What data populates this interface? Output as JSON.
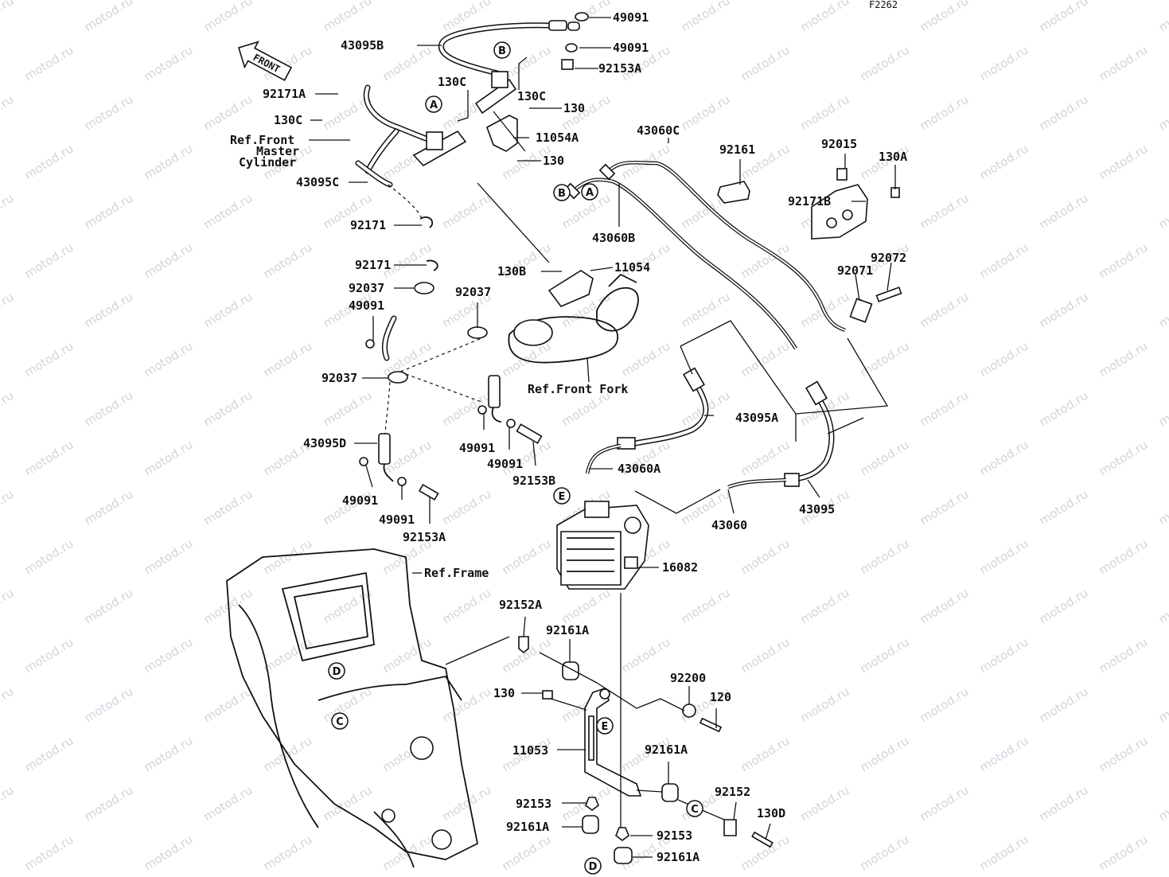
{
  "diagram_code": "F2262",
  "watermark": "motod.ru",
  "front_arrow": "FRONT",
  "callouts": [
    "A",
    "B",
    "E",
    "C",
    "D"
  ],
  "refs": {
    "front_master_cylinder": [
      "Ref.Front",
      "Master",
      "Cylinder"
    ],
    "front_fork": "Ref.Front Fork",
    "frame": "Ref.Frame"
  },
  "parts": {
    "p49091_top1": "49091",
    "p43095B": "43095B",
    "p49091_top2": "49091",
    "p92153A_top": "92153A",
    "p130C_a": "130C",
    "p130C_b": "130C",
    "p130_a": "130",
    "p92171A": "92171A",
    "p130C_c": "130C",
    "p11054A": "11054A",
    "p130_b": "130",
    "p43095C": "43095C",
    "p43060C": "43060C",
    "p92161": "92161",
    "p92015": "92015",
    "p130A": "130A",
    "p92171B": "92171B",
    "p43060B": "43060B",
    "p92171_a": "92171",
    "p92171_b": "92171",
    "p130B": "130B",
    "p11054": "11054",
    "p92072": "92072",
    "p92071": "92071",
    "p92037_a": "92037",
    "p92037_b": "92037",
    "p49091_l1": "49091",
    "p92037_c": "92037",
    "p43095A": "43095A",
    "p43095D": "43095D",
    "p49091_m1": "49091",
    "p49091_m2": "49091",
    "p92153B": "92153B",
    "p43060A": "43060A",
    "p49091_l2": "49091",
    "p49091_l3": "49091",
    "p92153A_low": "92153A",
    "p43060": "43060",
    "p43095": "43095",
    "p16082": "16082",
    "p92152A": "92152A",
    "p92161A_a": "92161A",
    "p92200": "92200",
    "p130_c": "130",
    "p120": "120",
    "p11053": "11053",
    "p92161A_b": "92161A",
    "p92152": "92152",
    "p92153_a": "92153",
    "p130D": "130D",
    "p92161A_c": "92161A",
    "p92153_b": "92153",
    "p92161A_d": "92161A"
  }
}
